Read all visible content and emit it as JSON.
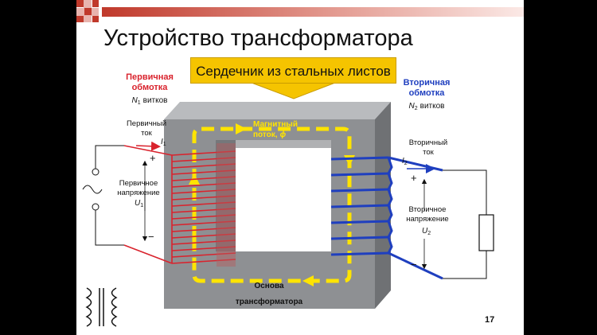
{
  "title": "Устройство трансформатора",
  "callout": "Сердечник из стальных листов",
  "page_number": "17",
  "labels": {
    "primary_winding_1": "Первичная",
    "primary_winding_2": "обмотка",
    "primary_turns_sym": "N",
    "primary_turns_sub": "1",
    "primary_turns_word": "витков",
    "primary_current_1": "Первичный",
    "primary_current_2": "ток",
    "primary_current_sym": "I",
    "primary_current_sub": "1",
    "primary_voltage_1": "Первичное",
    "primary_voltage_2": "напряжение",
    "primary_voltage_sym": "U",
    "primary_voltage_sub": "1",
    "secondary_winding_1": "Вторичная",
    "secondary_winding_2": "обмотка",
    "secondary_turns_sym": "N",
    "secondary_turns_sub": "2",
    "secondary_turns_word": "витков",
    "secondary_current_1": "Вторичный",
    "secondary_current_2": "ток",
    "secondary_current_sym": "I",
    "secondary_current_sub": "2",
    "secondary_voltage_1": "Вторичное",
    "secondary_voltage_2": "напряжение",
    "secondary_voltage_sym": "U",
    "secondary_voltage_sub": "2",
    "flux_1": "Магнитный",
    "flux_2": "поток,",
    "flux_sym": "ϕ",
    "base_1": "Основа",
    "base_2": "трансформатора",
    "plus": "+",
    "minus": "−"
  },
  "colors": {
    "primary": "#d9232d",
    "secondary": "#1f3fbf",
    "core": "#8e9093",
    "flux": "#ffe400",
    "callout": "#f5c400",
    "deco_red": "#c0392b"
  },
  "icons": [
    "ac-source-icon",
    "resistor-icon",
    "transformer-symbol-icon"
  ]
}
